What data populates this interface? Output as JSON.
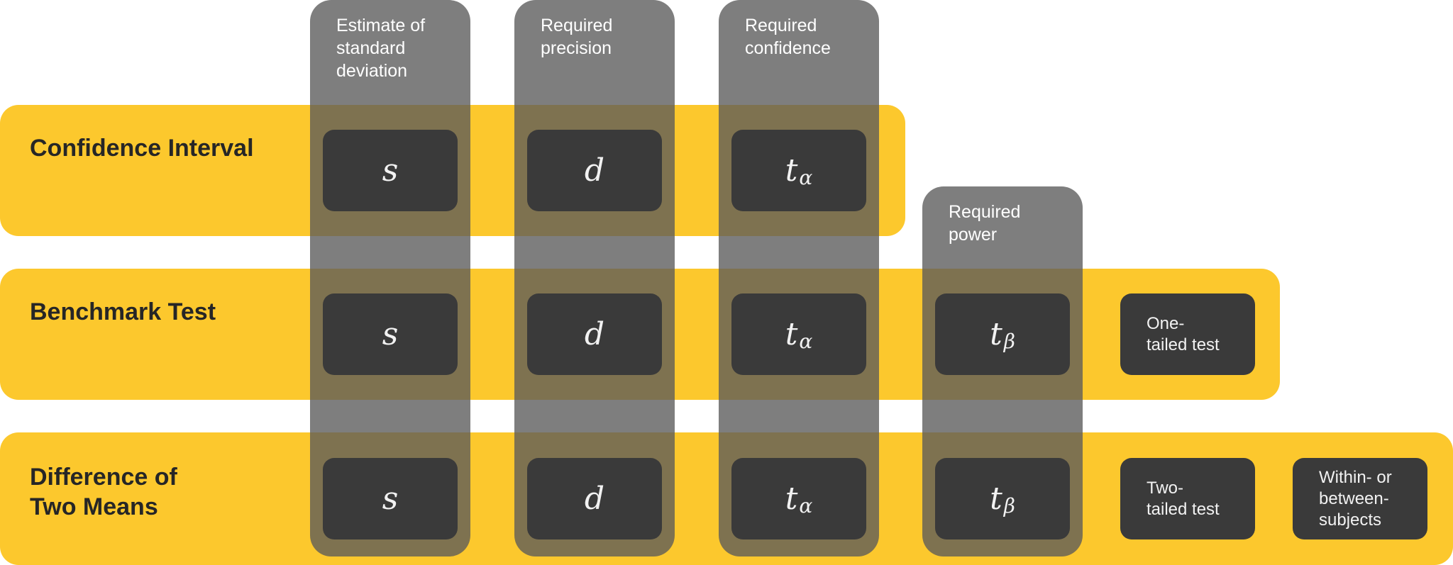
{
  "rows": [
    {
      "label": "Confidence Interval"
    },
    {
      "label": "Benchmark Test"
    },
    {
      "label": "Difference of\nTwo Means"
    }
  ],
  "columns": [
    {
      "label": "Estimate of\nstandard\ndeviation"
    },
    {
      "label": "Required\nprecision"
    },
    {
      "label": "Required\nconfidence"
    },
    {
      "label": "Required\npower"
    }
  ],
  "symbols": {
    "s": "s",
    "d": "d",
    "t": "t",
    "alpha": "α",
    "beta": "β"
  },
  "extras": {
    "one_tailed": "One-\ntailed test",
    "two_tailed": "Two-\ntailed test",
    "within_between": "Within- or\nbetween-\nsubjects"
  },
  "colors": {
    "band": "#FCC82D",
    "column": "#5A5A5A",
    "cell": "#3A3A3A",
    "label_text": "#262626"
  }
}
